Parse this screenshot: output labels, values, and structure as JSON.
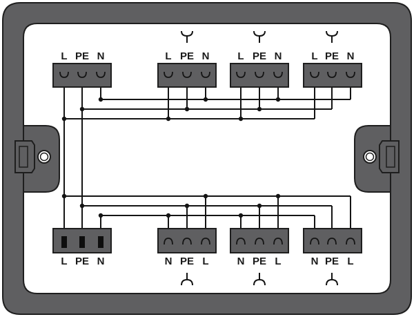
{
  "colors": {
    "housing": "#5f5f61",
    "housing_stroke": "#1e1e1e",
    "terminal": "#5f5f61",
    "wire": "#141414",
    "background": "#ffffff"
  },
  "connectors": {
    "top_left": {
      "labels": [
        "L",
        "PE",
        "N"
      ],
      "kind": "input-socket"
    },
    "top_1": {
      "labels": [
        "L",
        "PE",
        "N"
      ],
      "kind": "output-socket",
      "symbol": "plug-icon"
    },
    "top_2": {
      "labels": [
        "L",
        "PE",
        "N"
      ],
      "kind": "output-socket",
      "symbol": "plug-icon"
    },
    "top_3": {
      "labels": [
        "L",
        "PE",
        "N"
      ],
      "kind": "output-socket",
      "symbol": "plug-icon"
    },
    "bottom_left": {
      "labels": [
        "L",
        "PE",
        "N"
      ],
      "kind": "input-pins"
    },
    "bottom_1": {
      "labels": [
        "N",
        "PE",
        "L"
      ],
      "kind": "output-socket",
      "symbol": "socket-icon"
    },
    "bottom_2": {
      "labels": [
        "N",
        "PE",
        "L"
      ],
      "kind": "output-socket",
      "symbol": "socket-icon"
    },
    "bottom_3": {
      "labels": [
        "N",
        "PE",
        "L"
      ],
      "kind": "output-socket",
      "symbol": "socket-icon"
    }
  }
}
